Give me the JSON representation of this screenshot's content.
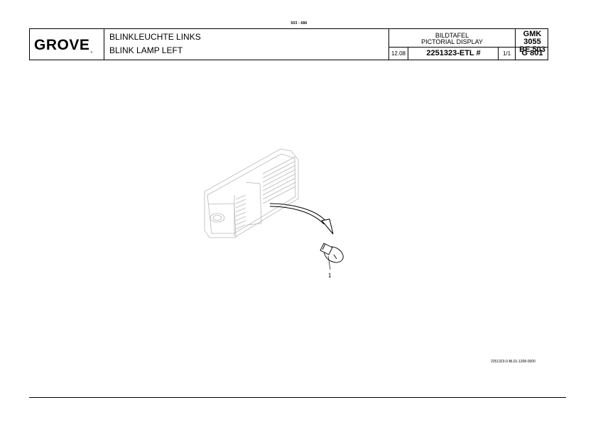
{
  "page_range": "503 - 686",
  "header": {
    "logo_text": "GROVE",
    "logo_mark": "®",
    "title_de": "BLINKLEUCHTE LINKS",
    "title_en": "BLINK LAMP LEFT",
    "bild_de": "BILDTAFEL",
    "bild_en": "PICTORIAL DISPLAY",
    "date": "12.08",
    "part_number": "2251323-ETL #",
    "sheet": "1/1",
    "model_line1": "GMK 3055",
    "model_line2": "BE 503",
    "group": "G 801"
  },
  "drawing": {
    "callout": "1",
    "reference": "2251323-0-BL01-1208-0000"
  }
}
